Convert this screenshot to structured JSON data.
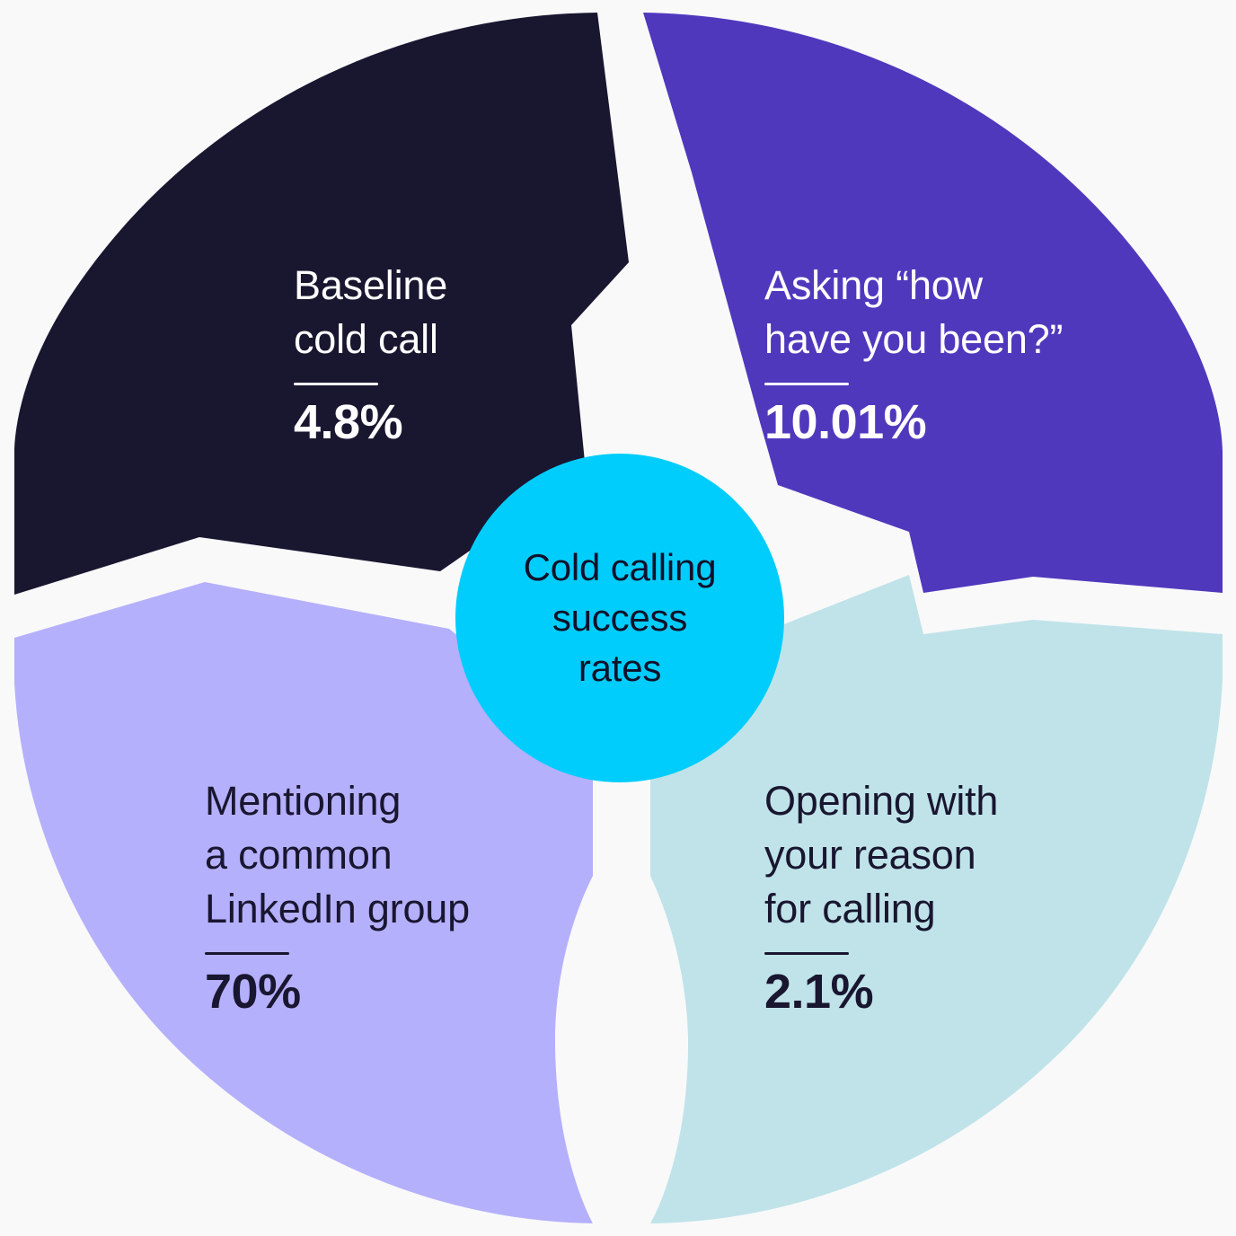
{
  "chart_data": {
    "type": "pie",
    "title": "Cold calling success rates",
    "xlabel": "",
    "ylabel": "",
    "units": "percent",
    "legend_position": "on-slice",
    "grid": false,
    "categories": [
      "Baseline cold call",
      "Asking “how have you been?”",
      "Mentioning a common LinkedIn group",
      "Opening with your reason for calling"
    ],
    "values": [
      4.8,
      10.01,
      70,
      2.1
    ],
    "value_labels": [
      "4.8%",
      "10.01%",
      "70%",
      "2.1%"
    ],
    "note": "Slices are drawn as four equal decorative petals, not proportional to the values."
  },
  "center": {
    "label": "Cold calling\nsuccess\nrates",
    "background": "#00cdfc",
    "text_color": "#111129"
  },
  "canvas": {
    "background": "#f9f9fa"
  },
  "segments": [
    {
      "id": "baseline-cold-call",
      "title": "Baseline\ncold call",
      "value": "4.8%",
      "color": "#191630",
      "text_color": "#ffffff",
      "position": "top-left"
    },
    {
      "id": "asking-how-have-you-been",
      "title": "Asking “how\nhave you been?”",
      "value": "10.01%",
      "color": "#5038bd",
      "text_color": "#ffffff",
      "position": "top-right"
    },
    {
      "id": "mentioning-common-linkedin-group",
      "title": "Mentioning\na common\nLinkedIn group",
      "value": "70%",
      "color": "#b5b0fc",
      "text_color": "#191630",
      "position": "bottom-left"
    },
    {
      "id": "opening-with-your-reason-for-calling",
      "title": "Opening with\nyour reason\nfor calling",
      "value": "2.1%",
      "color": "#bfe3e9",
      "text_color": "#191630",
      "position": "bottom-right"
    }
  ]
}
